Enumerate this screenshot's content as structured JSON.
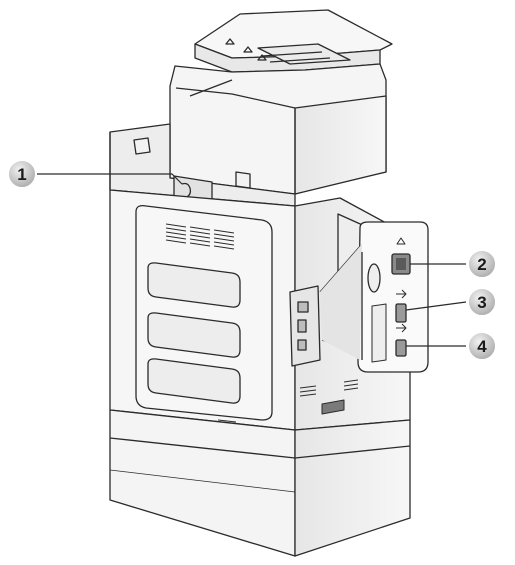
{
  "callouts": [
    {
      "number": "1",
      "target": "rear-handle-area"
    },
    {
      "number": "2",
      "target": "network-port"
    },
    {
      "number": "3",
      "target": "usb-port-upper"
    },
    {
      "number": "4",
      "target": "usb-port-lower"
    }
  ],
  "colors": {
    "outline": "#2b2b2b",
    "body": "#f4f4f4",
    "shade": "#dcdcdc",
    "callout_fill": "#d0d0d0",
    "callout_ring": "#ffffff",
    "callout_text": "#1a1a1a"
  },
  "icons": [
    "network-port-icon",
    "usb-icon"
  ]
}
